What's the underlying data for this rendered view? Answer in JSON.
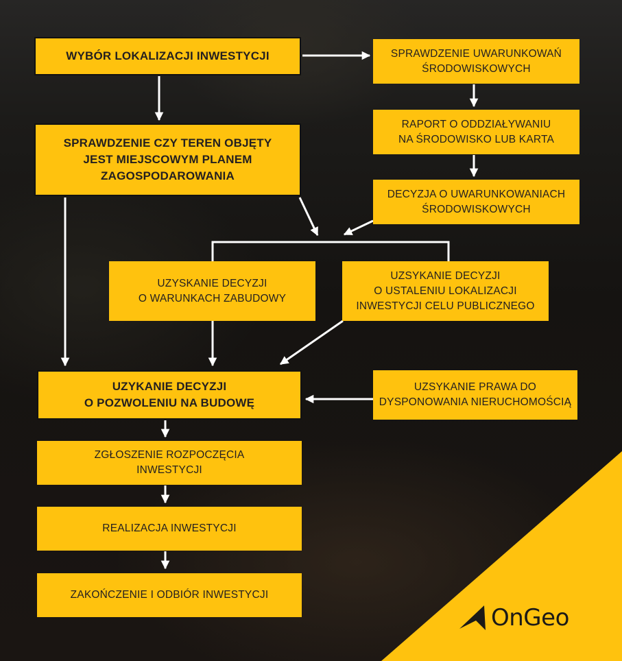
{
  "steps": {
    "wybor_lokalizacji": "WYBÓR LOKALIZACJI INWESTYCJI",
    "sprawdzenie_planu": "SPRAWDZENIE CZY TEREN OBJĘTY\nJEST MIEJSCOWYM PLANEM\nZAGOSPODAROWANIA",
    "sprawdzenie_uwarunkowan": "SPRAWDZENIE UWARUNKOWAŃ\nŚRODOWISKOWYCH",
    "raport": "RAPORT O ODDZIAŁYWANIU\nNA ŚRODOWISKO LUB KARTA",
    "decyzja_srodowiskowa": "DECYZJA O UWARUNKOWANIACH\nŚRODOWISKOWYCH",
    "warunki_zabudowy": "UZYSKANIE DECYZJI\nO WARUNKACH ZABUDOWY",
    "lokalizacja_celu_publicznego": "UZSYKANIE DECYZJI\nO USTALENIU LOKALIZACJI\nINWESTYCJI CELU PUBLICZNEGO",
    "pozwolenie_na_budowe": "UZYKANIE DECYZJI\nO POZWOLENIU NA BUDOWĘ",
    "prawo_do_dysponowania": "UZSYKANIE PRAWA DO\nDYSPONOWANIA NIERUCHOMOŚCIĄ",
    "zgloszenie": "ZGŁOSZENIE ROZPOCZĘCIA\nINWESTYCJI",
    "realizacja": "REALIZACJA INWESTYCJI",
    "zakonczenie": "ZAKOŃCZENIE I ODBIÓR INWESTYCJI"
  },
  "brand": {
    "name": "OnGeo",
    "icon": "ongeo-logo-icon"
  },
  "colors": {
    "box": "#ffc20e",
    "text": "#231f20",
    "arrow": "#ffffff",
    "accent": "#ffc20e"
  }
}
